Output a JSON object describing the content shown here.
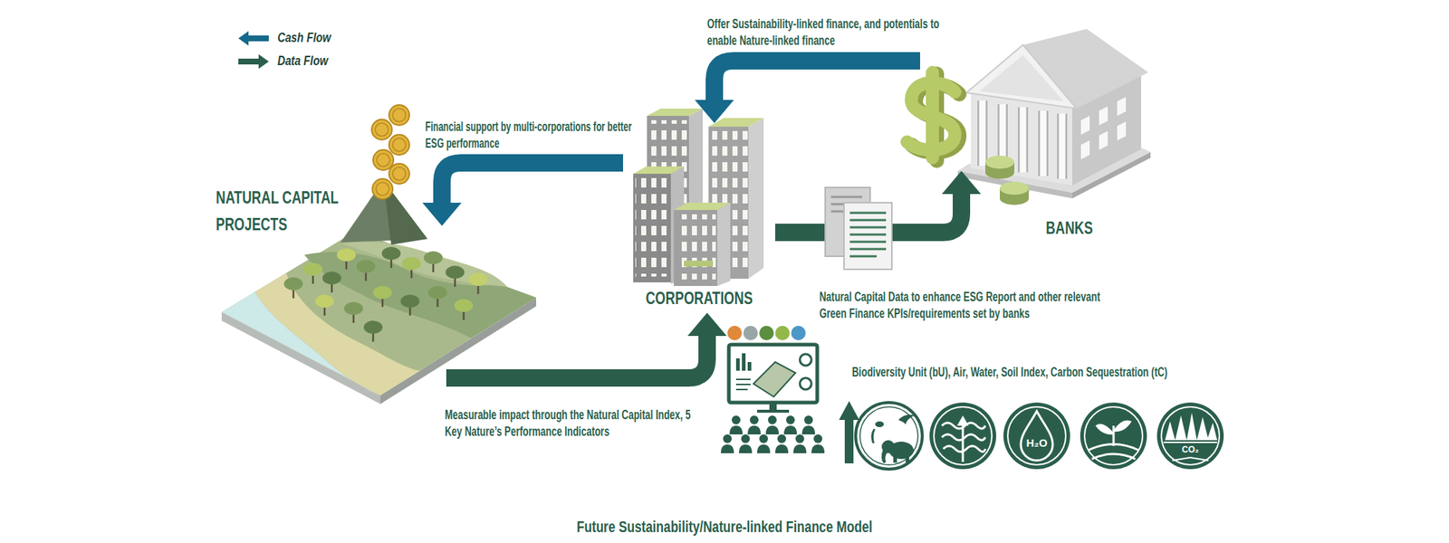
{
  "diagram": {
    "caption": "Future Sustainability/Nature-linked Finance Model",
    "nodes": [
      {
        "text": [
          "NATURAL CAPITAL PROJECTS"
        ]
      },
      {
        "text": [
          "CORPORATIONS"
        ]
      },
      {
        "text": [
          "BANKS"
        ]
      }
    ],
    "edges": [
      {
        "from": 1,
        "to": 0,
        "arrow": "to",
        "label": "Financial support by multi-corporations for better ESG performance"
      },
      {
        "from": 0,
        "to": 1,
        "arrow": "to",
        "label": "Measurable impact through the Natural Capital Index, 5 Key Nature’s Performance Indicators"
      },
      {
        "from": 1,
        "to": 2,
        "arrow": "to",
        "label": "Natural Capital Data to enhance ESG Report and other relevant Green Finance KPIs/requirements set by banks"
      },
      {
        "from": 2,
        "to": 1,
        "arrow": "to",
        "label": "Offer Sustainability-linked finance, and potentials to enable Nature-linked finance"
      }
    ],
    "labels": [
      "Biodiversity Unit (bU), Air, Water, Soil Index, Carbon Sequestration (tC)",
      "H₂O",
      "CO₂"
    ],
    "legend": [
      {
        "text": "Cash Flow",
        "color": "#16698a"
      },
      {
        "text": "Data Flow",
        "color": "#2a5e4b"
      }
    ]
  }
}
